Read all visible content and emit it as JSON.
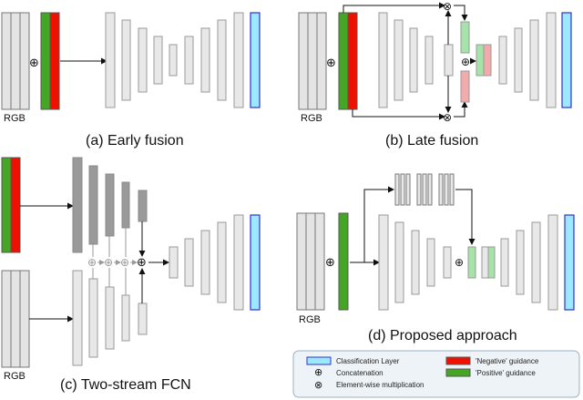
{
  "panels": {
    "a": {
      "caption": "(a) Early fusion",
      "input_label": "RGB"
    },
    "b": {
      "caption": "(b) Late fusion",
      "input_label": "RGB"
    },
    "c": {
      "caption": "(c) Two-stream FCN",
      "input_label": "RGB"
    },
    "d": {
      "caption": "(d) Proposed approach",
      "input_label": "RGB"
    }
  },
  "symbols": {
    "concat": "⊕",
    "mult": "⊗"
  },
  "legend": {
    "classification": "Classification Layer",
    "negative": "'Negative' guidance",
    "concat": "Concatenation",
    "positive": "'Positive' guidance",
    "mult": "Element-wise multiplication"
  },
  "colors": {
    "layer_fill": "#e8e8e8",
    "layer_stroke": "#9a9a9a",
    "dark_layer": "#9a9a9a",
    "classification_fill": "#9be8ff",
    "classification_stroke": "#3333cc",
    "negative": "#ee1100",
    "positive": "#44a624",
    "light_green": "#a6e3a8",
    "light_red": "#f2aaaa",
    "legend_bg": "#eef3f7"
  }
}
